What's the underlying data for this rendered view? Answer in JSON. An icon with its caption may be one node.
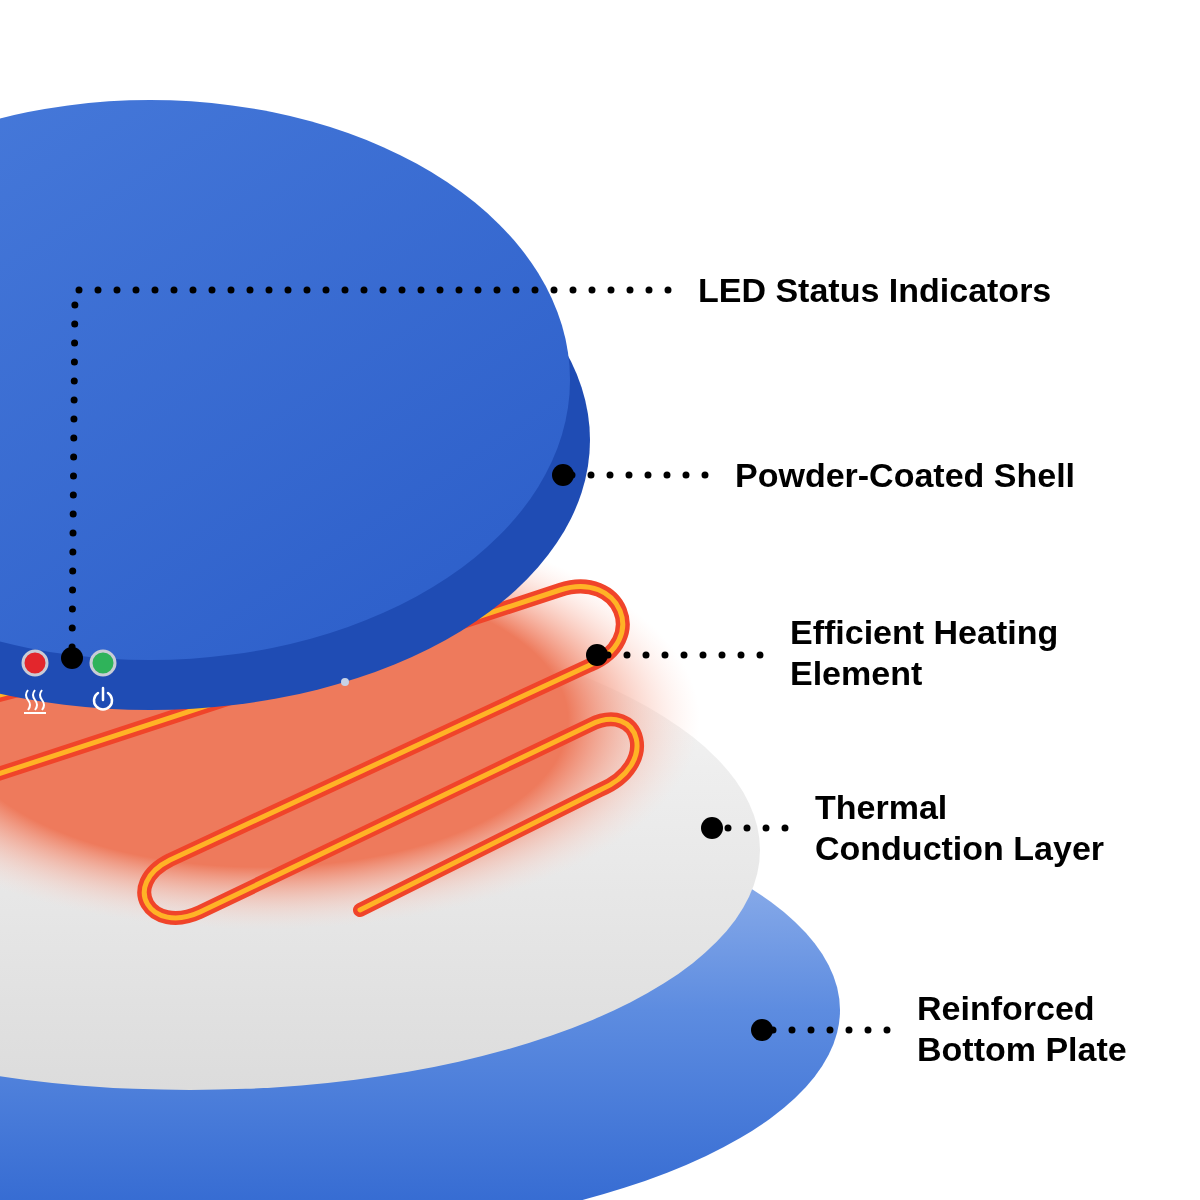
{
  "diagram": {
    "nodes": [
      {
        "text": [
          "LED Status Indicators"
        ]
      },
      {
        "text": [
          "Powder-Coated Shell"
        ]
      },
      {
        "text": [
          "Efficient Heating Element"
        ]
      },
      {
        "text": [
          "Thermal Conduction Layer"
        ]
      },
      {
        "text": [
          "Reinforced Bottom Plate"
        ]
      }
    ],
    "edges": [
      {
        "from": 0,
        "to": null,
        "arrow": "other",
        "style": "dashed"
      },
      {
        "from": 1,
        "to": null,
        "arrow": "other",
        "style": "dashed"
      },
      {
        "from": 2,
        "to": null,
        "arrow": "other",
        "style": "dashed"
      },
      {
        "from": 3,
        "to": null,
        "arrow": "other",
        "style": "dashed"
      },
      {
        "from": 4,
        "to": null,
        "arrow": "other",
        "style": "dashed"
      }
    ]
  }
}
